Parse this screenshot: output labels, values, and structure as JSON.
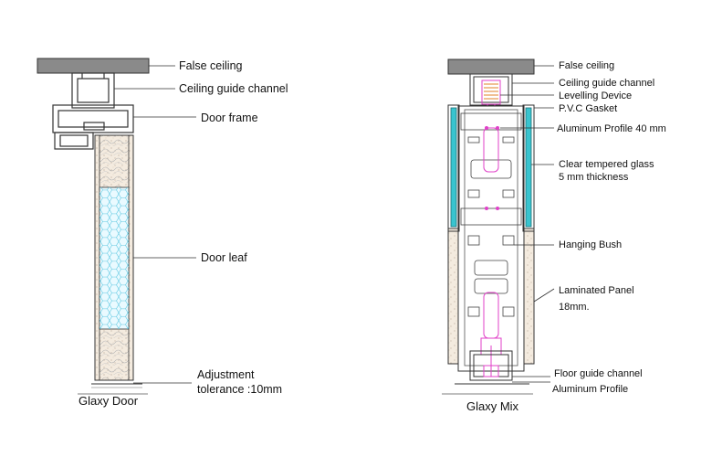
{
  "left_section": {
    "caption": "Glaxy Door",
    "labels": {
      "false_ceiling": "False ceiling",
      "ceiling_guide_channel": "Ceiling guide channel",
      "door_frame": "Door frame",
      "door_leaf": "Door leaf",
      "adjustment_1": "Adjustment",
      "adjustment_2": "tolerance :10mm"
    }
  },
  "right_section": {
    "caption": "Glaxy Mix",
    "labels": {
      "false_ceiling": "False ceiling",
      "ceiling_guide_channel": "Ceiling guide channel",
      "levelling_device": "Levelling Device",
      "pvc_gasket": "P.V.C  Gasket",
      "aluminum_profile_40": "Aluminum Profile 40 mm",
      "clear_glass_1": "Clear tempered glass",
      "clear_glass_2": "5 mm thickness",
      "hanging_bush": "Hanging Bush",
      "laminated_panel_1": "Laminated Panel",
      "laminated_panel_2": "18mm.",
      "floor_guide_channel": "Floor guide channel",
      "aluminum_profile": "Aluminum Profile"
    }
  },
  "colors": {
    "ceiling": "#8a8a8a",
    "glass_cyan": "#39c4cf",
    "hex_glass": "#7fd8ea",
    "device_magenta": "#e040c8",
    "level_orange": "#e0802a",
    "panel_speckle": "#f1e7d9"
  }
}
